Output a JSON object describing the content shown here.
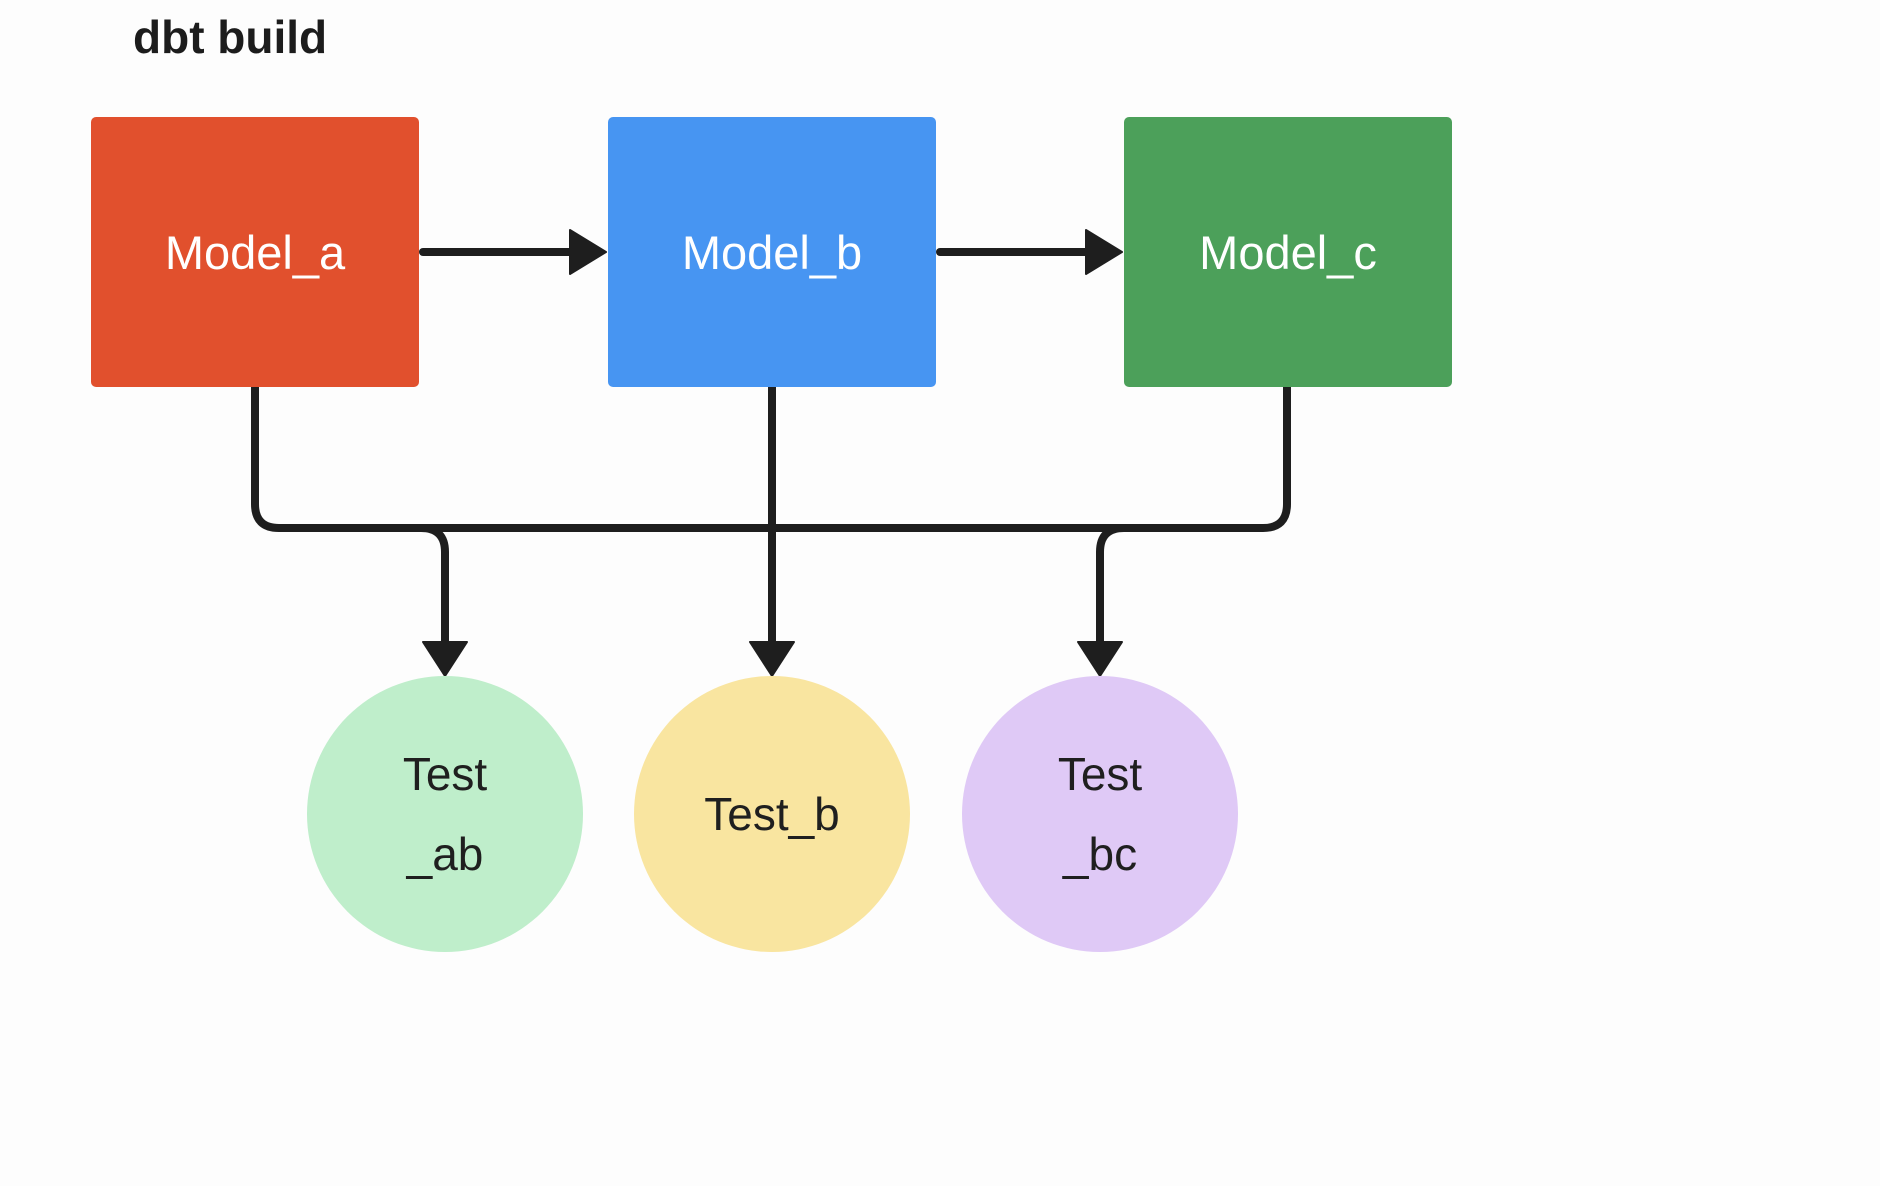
{
  "title": "dbt build",
  "colors": {
    "model_a": "#e1502d",
    "model_b": "#4795f2",
    "model_c": "#4ca05a",
    "test_ab": "#bfeecb",
    "test_b": "#f9e5a0",
    "test_bc": "#dfc9f6",
    "line": "#1e1e1e",
    "model_text": "#ffffff",
    "test_text": "#1f1f1f"
  },
  "diagram": {
    "models": [
      {
        "id": "model_a",
        "label": "Model_a"
      },
      {
        "id": "model_b",
        "label": "Model_b"
      },
      {
        "id": "model_c",
        "label": "Model_c"
      }
    ],
    "tests": [
      {
        "id": "test_ab",
        "line1": "Test",
        "line2": "_ab"
      },
      {
        "id": "test_b",
        "line1": "Test_b",
        "line2": ""
      },
      {
        "id": "test_bc",
        "line1": "Test",
        "line2": "_bc"
      }
    ],
    "edges": [
      {
        "from": "Model_a",
        "to": "Model_b"
      },
      {
        "from": "Model_b",
        "to": "Model_c"
      },
      {
        "from": "Model_a",
        "to": "Test_ab"
      },
      {
        "from": "Model_b",
        "to": "Test_ab"
      },
      {
        "from": "Model_b",
        "to": "Test_b"
      },
      {
        "from": "Model_b",
        "to": "Test_bc"
      },
      {
        "from": "Model_c",
        "to": "Test_bc"
      }
    ]
  }
}
